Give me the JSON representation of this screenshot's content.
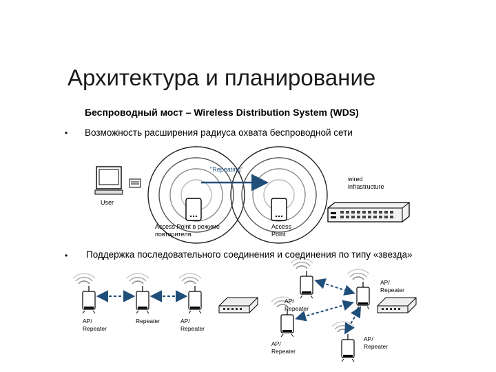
{
  "title": "Архитектура и планирование",
  "subtitle": "Беспроводный мост – Wireless Distribution System (WDS)",
  "bullets": [
    {
      "marker": "•",
      "text": "Возможность расширения радиуса охвата беспроводной сети"
    },
    {
      "marker": "•",
      "text": "Поддержка последовательного соединения и соединения по типу «звезда»"
    }
  ],
  "wds_diagram": {
    "repeating_label": "\"Repeating\"",
    "wired_label": "wired\ninfrastructure",
    "user_label": "User",
    "ap_repeater_mode_label": "Access Point в режиме\nповторителя",
    "access_point_label": "Access\nPoint"
  },
  "chain_diagram": {
    "left_label": "AP/\nRepeater",
    "middle_label": "Repeater",
    "right_label": "AP/\nRepeater"
  },
  "star_diagram": {
    "top_right_label": "AP/\nRepeater",
    "center_label": "AP/\nRepeater",
    "bottom_left_label": "AP/\nRepeater",
    "bottom_right_label": "AP/\nRepeater"
  },
  "colors": {
    "arrow": "#1f4e79",
    "dashed_link": "#1f4e79",
    "text": "#000000"
  }
}
